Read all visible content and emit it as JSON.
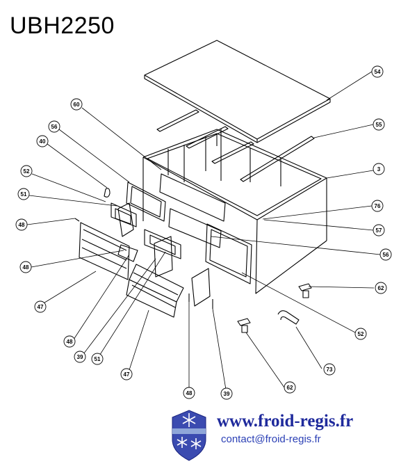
{
  "title": "UBH2250",
  "footer": {
    "site_url": "www.froid-regis.fr",
    "contact": "contact@froid-regis.fr"
  },
  "colors": {
    "line": "#000000",
    "brand_blue": "#1f2a9c",
    "contact_blue": "#2a3fb5",
    "logo_shield": "#3b4bb0"
  },
  "logo": {
    "icon": "snowflake-shield-icon"
  },
  "callouts": [
    {
      "id": "c54",
      "label": "54"
    },
    {
      "id": "c55",
      "label": "55"
    },
    {
      "id": "c60",
      "label": "60"
    },
    {
      "id": "c56a",
      "label": "56"
    },
    {
      "id": "c40",
      "label": "40"
    },
    {
      "id": "c3",
      "label": "3"
    },
    {
      "id": "c52a",
      "label": "52"
    },
    {
      "id": "c51a",
      "label": "51"
    },
    {
      "id": "c76",
      "label": "76"
    },
    {
      "id": "c48a",
      "label": "48"
    },
    {
      "id": "c57",
      "label": "57"
    },
    {
      "id": "c56b",
      "label": "56"
    },
    {
      "id": "c48b",
      "label": "48"
    },
    {
      "id": "c62a",
      "label": "62"
    },
    {
      "id": "c47a",
      "label": "47"
    },
    {
      "id": "c52b",
      "label": "52"
    },
    {
      "id": "c48c",
      "label": "48"
    },
    {
      "id": "c39a",
      "label": "39"
    },
    {
      "id": "c51b",
      "label": "51"
    },
    {
      "id": "c73",
      "label": "73"
    },
    {
      "id": "c47b",
      "label": "47"
    },
    {
      "id": "c62b",
      "label": "62"
    },
    {
      "id": "c48d",
      "label": "48"
    },
    {
      "id": "c39b",
      "label": "39"
    }
  ]
}
